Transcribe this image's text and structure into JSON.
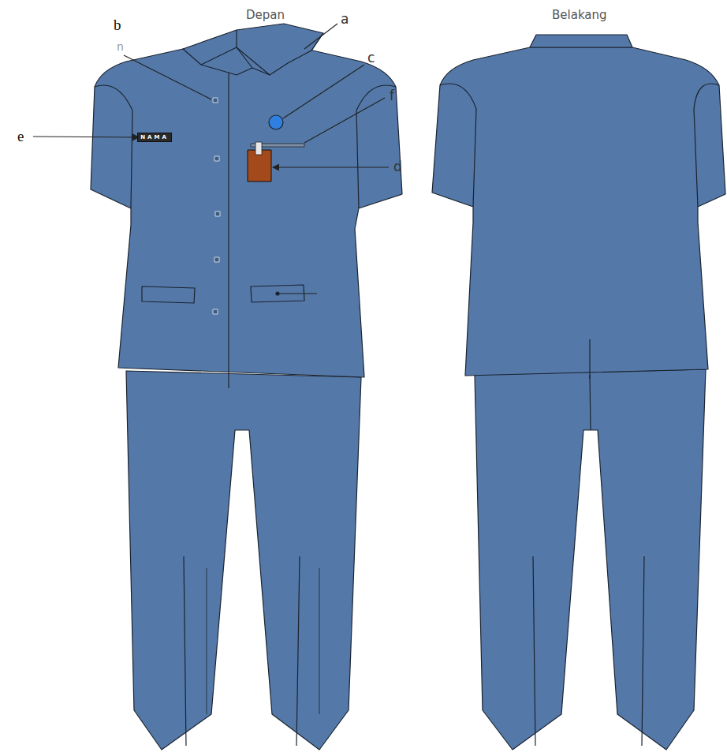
{
  "diagram": {
    "nodes": [
      {
        "text": [
          "NAMA"
        ]
      }
    ],
    "labels": [
      "Depan",
      "Belakang",
      "a",
      "b",
      "n",
      "c",
      "f",
      "d",
      "e"
    ]
  }
}
